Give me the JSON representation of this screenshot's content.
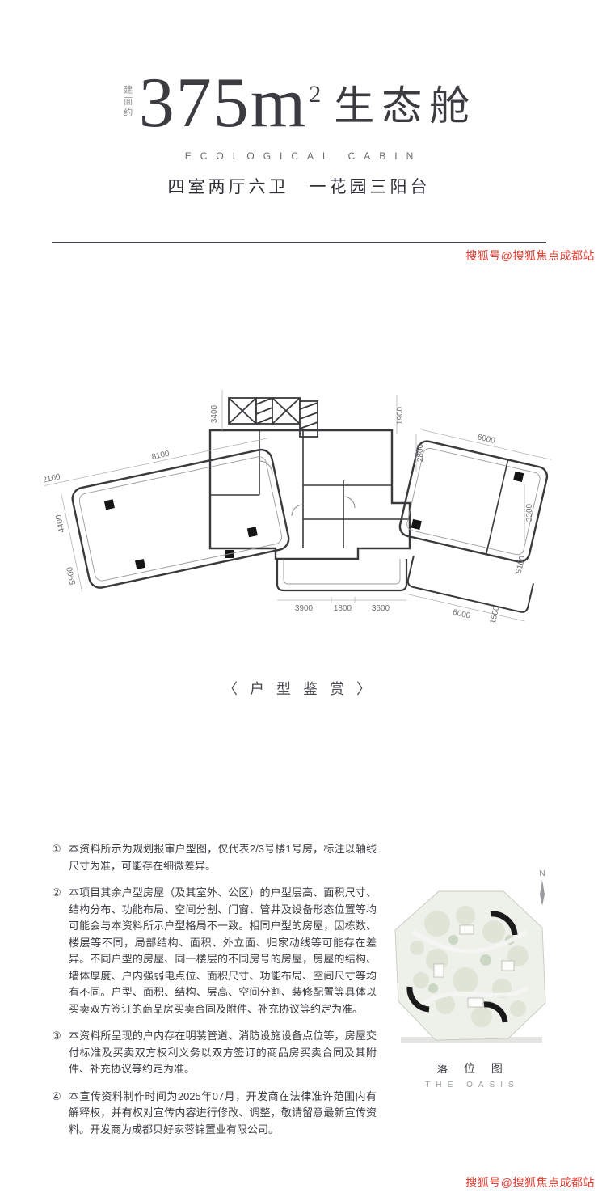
{
  "header": {
    "area_prefix": "建面约",
    "area_number": "375m",
    "area_sup": "2",
    "title_suffix": "生态舱",
    "subtitle_en": "ECOLOGICAL CABIN",
    "spec_line": "四室两厅六卫　一花园三阳台"
  },
  "section": {
    "appreciation_label": "〈 户 型 鉴 赏 〉"
  },
  "floorplan": {
    "dims": [
      "8100",
      "2100",
      "3400",
      "4400",
      "5900",
      "1900",
      "2800",
      "6000",
      "3300",
      "5100",
      "1500",
      "3900",
      "1800",
      "3600",
      "6000"
    ]
  },
  "disclaimer": {
    "items": [
      {
        "num": "①",
        "text": "本资料所示为规划报审户型图，仅代表2/3号楼1号房，标注以轴线尺寸为准，可能存在细微差异。"
      },
      {
        "num": "②",
        "text": "本项目其余户型房屋（及其室外、公区）的户型层高、面积尺寸、结构分布、功能布局、空间分割、门窗、管井及设备形态位置等均可能会与本资料所示户型格局不一致。相同户型的房屋，因栋数、楼层等不同，局部结构、面积、外立面、归家动线等可能存在差异。不同户型的房屋、同一楼层的不同房号的房屋，房屋的结构、墙体厚度、户内强弱电点位、面积尺寸、功能布局、空间尺寸等均有不同。户型、面积、结构、层高、空间分割、装修配置等具体以买卖双方签订的商品房买卖合同及附件、补充协议等约定为准。"
      },
      {
        "num": "③",
        "text": "本资料所呈现的户内存在明装管道、消防设施设备点位等，房屋交付标准及买卖双方权利义务以双方签订的商品房买卖合同及其附件、补充协议等约定为准。"
      },
      {
        "num": "④",
        "text": "本宣传资料制作时间为2025年07月，开发商在法律准许范围内有解释权，并有权对宣传内容进行修改、调整，敬请留意最新宣传资料。开发商为成都贝好家蓉锦置业有限公司。"
      }
    ]
  },
  "map": {
    "caption_cn": "落 位 图",
    "caption_en": "THE OASIS",
    "compass_n": "N"
  },
  "watermark": {
    "text": "搜狐号@搜狐焦点成都站"
  }
}
